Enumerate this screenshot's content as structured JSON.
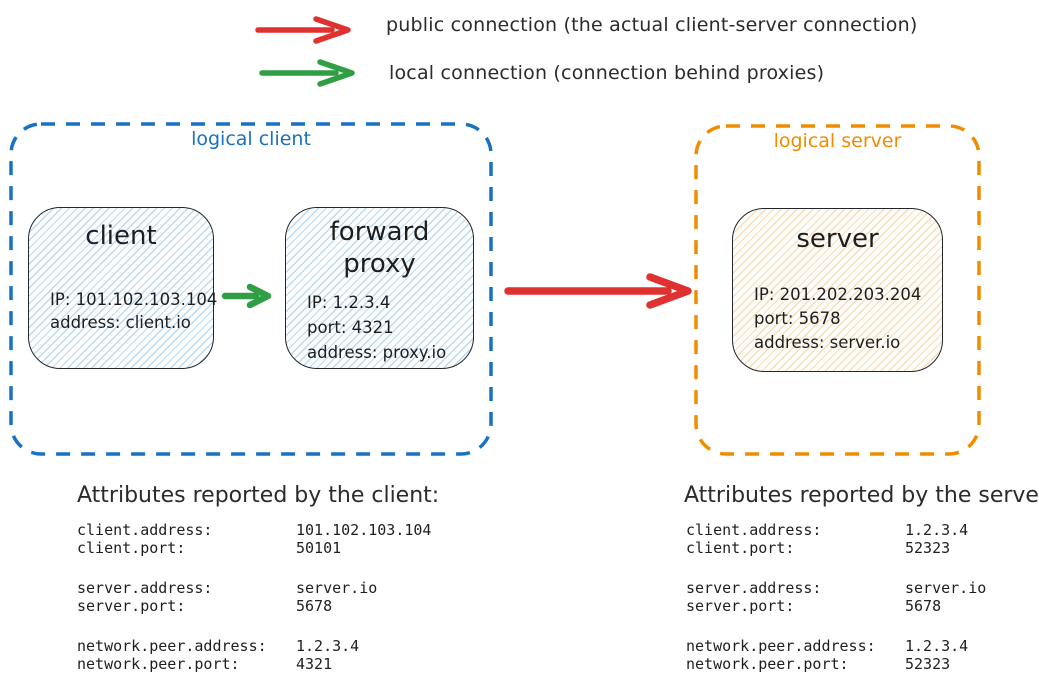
{
  "colors": {
    "public_connection": "#e03131",
    "local_connection": "#2f9e44",
    "logical_client_outline": "#1971c2",
    "logical_server_outline": "#f08c00",
    "node_stroke": "#23272b"
  },
  "legend": {
    "public": {
      "label": "public connection (the actual client-server connection)",
      "color": "#e03131"
    },
    "local": {
      "label": "local connection (connection behind proxies)",
      "color": "#2f9e44"
    }
  },
  "logical_client": {
    "label": "logical client",
    "color": "#1971c2",
    "client_box": {
      "title": "client",
      "lines": [
        "IP: 101.102.103.104",
        "address: client.io"
      ]
    },
    "proxy_box": {
      "title_line1": "forward",
      "title_line2": "proxy",
      "lines": [
        "IP: 1.2.3.4",
        "port: 4321",
        "address: proxy.io"
      ]
    }
  },
  "logical_server": {
    "label": "logical server",
    "color": "#f08c00",
    "server_box": {
      "title": "server",
      "lines": [
        "IP: 201.202.203.204",
        "port: 5678",
        "address: server.io"
      ]
    }
  },
  "client_attributes": {
    "heading": "Attributes reported by the client:",
    "groups": [
      [
        {
          "key": "client.address:",
          "value": "101.102.103.104"
        },
        {
          "key": "client.port:",
          "value": "50101"
        }
      ],
      [
        {
          "key": "server.address:",
          "value": "server.io"
        },
        {
          "key": "server.port:",
          "value": "5678"
        }
      ],
      [
        {
          "key": "network.peer.address:",
          "value": "1.2.3.4"
        },
        {
          "key": "network.peer.port:",
          "value": "4321"
        }
      ]
    ]
  },
  "server_attributes": {
    "heading": "Attributes reported by the server:",
    "groups": [
      [
        {
          "key": "client.address:",
          "value": "1.2.3.4"
        },
        {
          "key": "client.port:",
          "value": "52323"
        }
      ],
      [
        {
          "key": "server.address:",
          "value": "server.io"
        },
        {
          "key": "server.port:",
          "value": "5678"
        }
      ],
      [
        {
          "key": "network.peer.address:",
          "value": "1.2.3.4"
        },
        {
          "key": "network.peer.port:",
          "value": "52323"
        }
      ]
    ]
  }
}
